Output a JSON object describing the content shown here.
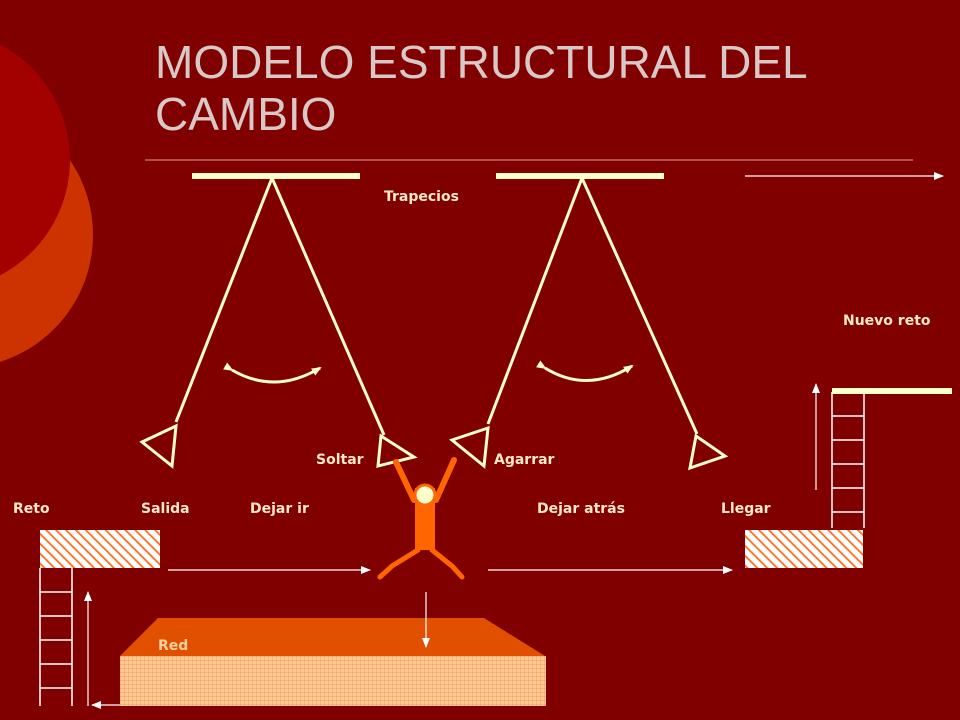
{
  "slide": {
    "title": "MODELO ESTRUCTURAL DEL\nCAMBIO"
  },
  "labels": {
    "trapecios": "Trapecios",
    "nuevo_reto": "Nuevo reto",
    "soltar": "Soltar",
    "agarrar": "Agarrar",
    "reto": "Reto",
    "salida": "Salida",
    "dejar_ir": "Dejar ir",
    "dejar_atras": "Dejar atrás",
    "llegar": "Llegar",
    "red": "Red"
  },
  "colors": {
    "background": "#800000",
    "accent_circle_dark": "#a30000",
    "accent_circle_light": "#cc3300",
    "trapeze_line": "#ffffcc",
    "figure": "#ff6600",
    "net": "#e05000",
    "net_pattern": "#ffcc99"
  }
}
